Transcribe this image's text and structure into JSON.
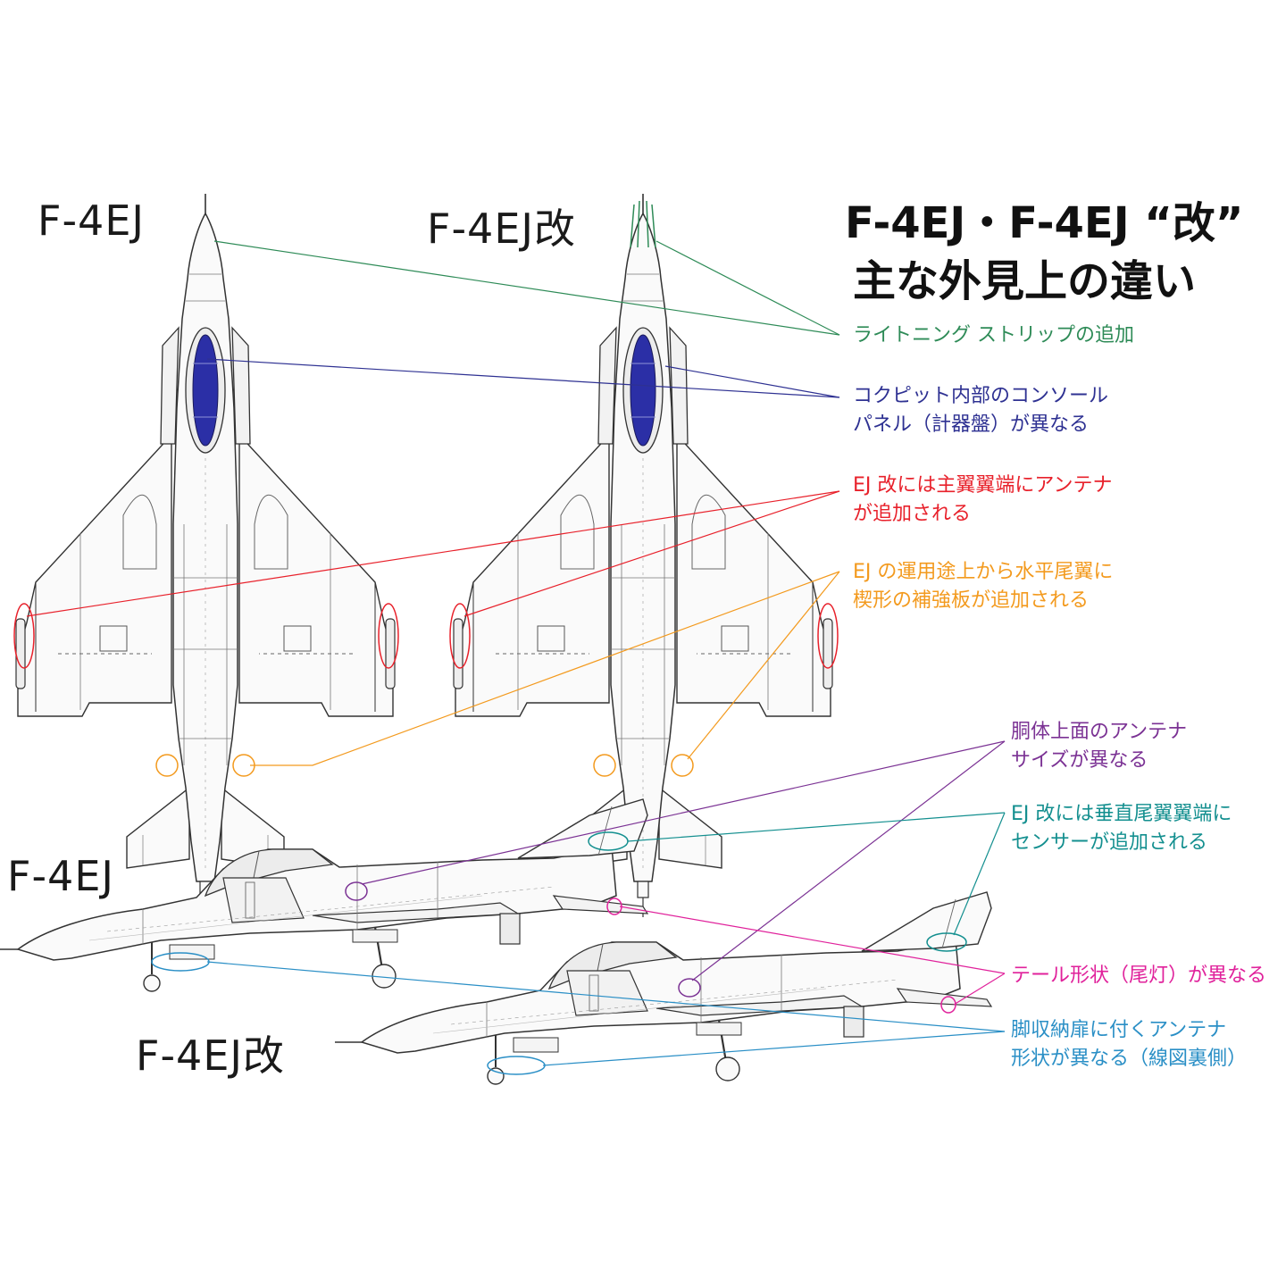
{
  "title": {
    "line1": "F-4EJ・F-4EJ “改”",
    "line2": "主な外見上の違い"
  },
  "view_labels": {
    "top_left": "F-4EJ",
    "top_right": "F-4EJ改",
    "side_upper": "F-4EJ",
    "side_lower": "F-4EJ改"
  },
  "callouts": [
    {
      "id": "lightning-strip",
      "color": "#2e8b57",
      "lines": [
        "ライトニング ストリップの追加"
      ]
    },
    {
      "id": "cockpit-console",
      "color": "#2e3192",
      "lines": [
        "コクピット内部のコンソール",
        "パネル（計器盤）が異なる"
      ]
    },
    {
      "id": "wingtip-antenna",
      "color": "#e8212b",
      "lines": [
        "EJ 改には主翼翼端にアンテナ",
        "が追加される"
      ]
    },
    {
      "id": "stabilizer-plate",
      "color": "#f39a1e",
      "lines": [
        "EJ の運用途上から水平尾翼に",
        "楔形の補強板が追加される"
      ]
    },
    {
      "id": "dorsal-antenna",
      "color": "#7b3294",
      "lines": [
        "胴体上面のアンテナ",
        "サイズが異なる"
      ]
    },
    {
      "id": "fin-sensor",
      "color": "#138f8f",
      "lines": [
        "EJ 改には垂直尾翼翼端に",
        "センサーが追加される"
      ]
    },
    {
      "id": "tail-light",
      "color": "#e0219b",
      "lines": [
        "テール形状（尾灯）が異なる"
      ]
    },
    {
      "id": "gear-door-antenna",
      "color": "#2a8fc6",
      "lines": [
        "脚収納扉に付くアンテナ",
        "形状が異なる（線図裏側）"
      ]
    }
  ],
  "colors": {
    "canopy_fill": "#2b2fa6",
    "outline": "#3a3a3a"
  }
}
